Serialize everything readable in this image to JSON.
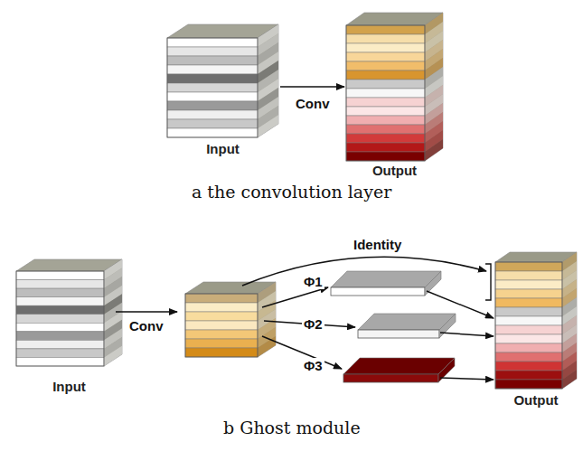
{
  "diagram": {
    "nodes": [
      {
        "text": [
          "Input"
        ]
      },
      {
        "text": [
          "Output"
        ]
      },
      {
        "text": [
          "Input"
        ]
      },
      {
        "text": [
          "Output"
        ]
      }
    ],
    "edges": [
      {
        "from": 0,
        "to": 1,
        "arrow": "to",
        "label": "Conv"
      }
    ],
    "labels": [
      "a the convolution layer",
      "Conv",
      "Identity",
      "Φ1",
      "Φ2",
      "Φ3",
      "b Ghost module"
    ]
  }
}
